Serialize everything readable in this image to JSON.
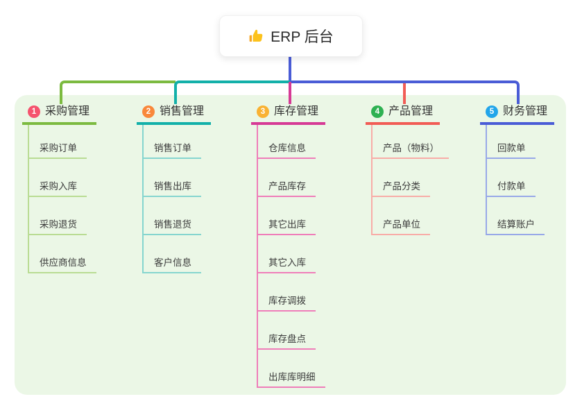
{
  "page": {
    "background": "#ffffff",
    "panel_background": "#ebf7e6"
  },
  "root": {
    "icon": "thumbs-up-icon",
    "icon_color": "#fcc21c",
    "label": "ERP 后台",
    "stem_color": "#4a5cd6"
  },
  "branches": [
    {
      "index": "1",
      "label": "采购管理",
      "badge_color": "#f5536e",
      "line_color": "#7cba40",
      "light_line_color": "#b9dc93",
      "children": [
        "采购订单",
        "采购入库",
        "采购退货",
        "供应商信息"
      ]
    },
    {
      "index": "2",
      "label": "销售管理",
      "badge_color": "#f9883b",
      "line_color": "#12b0a9",
      "light_line_color": "#85d5cf",
      "children": [
        "销售订单",
        "销售出库",
        "销售退货",
        "客户信息"
      ]
    },
    {
      "index": "3",
      "label": "库存管理",
      "badge_color": "#f9b233",
      "line_color": "#d63a95",
      "light_line_color": "#ef7db9",
      "children": [
        "仓库信息",
        "产品库存",
        "其它出库",
        "其它入库",
        "库存调拨",
        "库存盘点",
        "出库库明细"
      ]
    },
    {
      "index": "4",
      "label": "产品管理",
      "badge_color": "#2eb152",
      "line_color": "#f15c55",
      "light_line_color": "#f8aca7",
      "children": [
        "产品（物料）",
        "产品分类",
        "产品单位"
      ]
    },
    {
      "index": "5",
      "label": "财务管理",
      "badge_color": "#22a5ea",
      "line_color": "#4a5cd6",
      "light_line_color": "#97a8e8",
      "children": [
        "回款单",
        "付款单",
        "结算账户"
      ]
    }
  ]
}
